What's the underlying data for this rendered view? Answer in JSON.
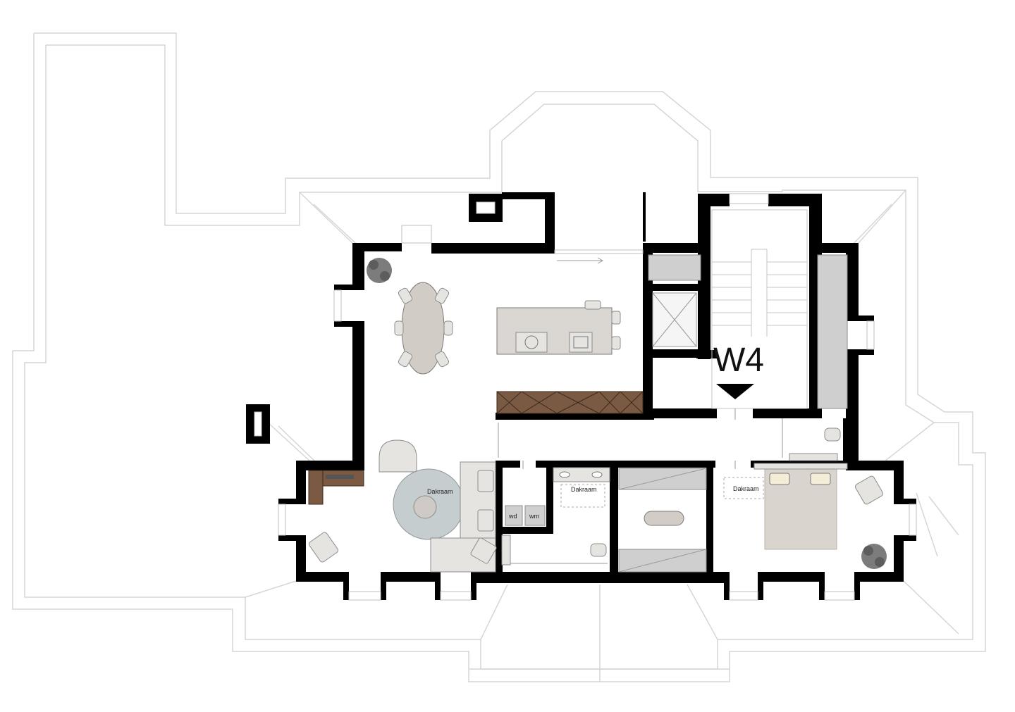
{
  "unit_label": "W4",
  "rooms": {
    "living_skylight": "Dakraam",
    "bathroom_skylight": "Dakraam",
    "bedroom_skylight": "Dakraam"
  },
  "appliances": {
    "dryer": "wd",
    "washer": "wm"
  },
  "colors": {
    "walls": "#000000",
    "cabinet": "#7a5a42",
    "outline": "#d6d6d6"
  }
}
